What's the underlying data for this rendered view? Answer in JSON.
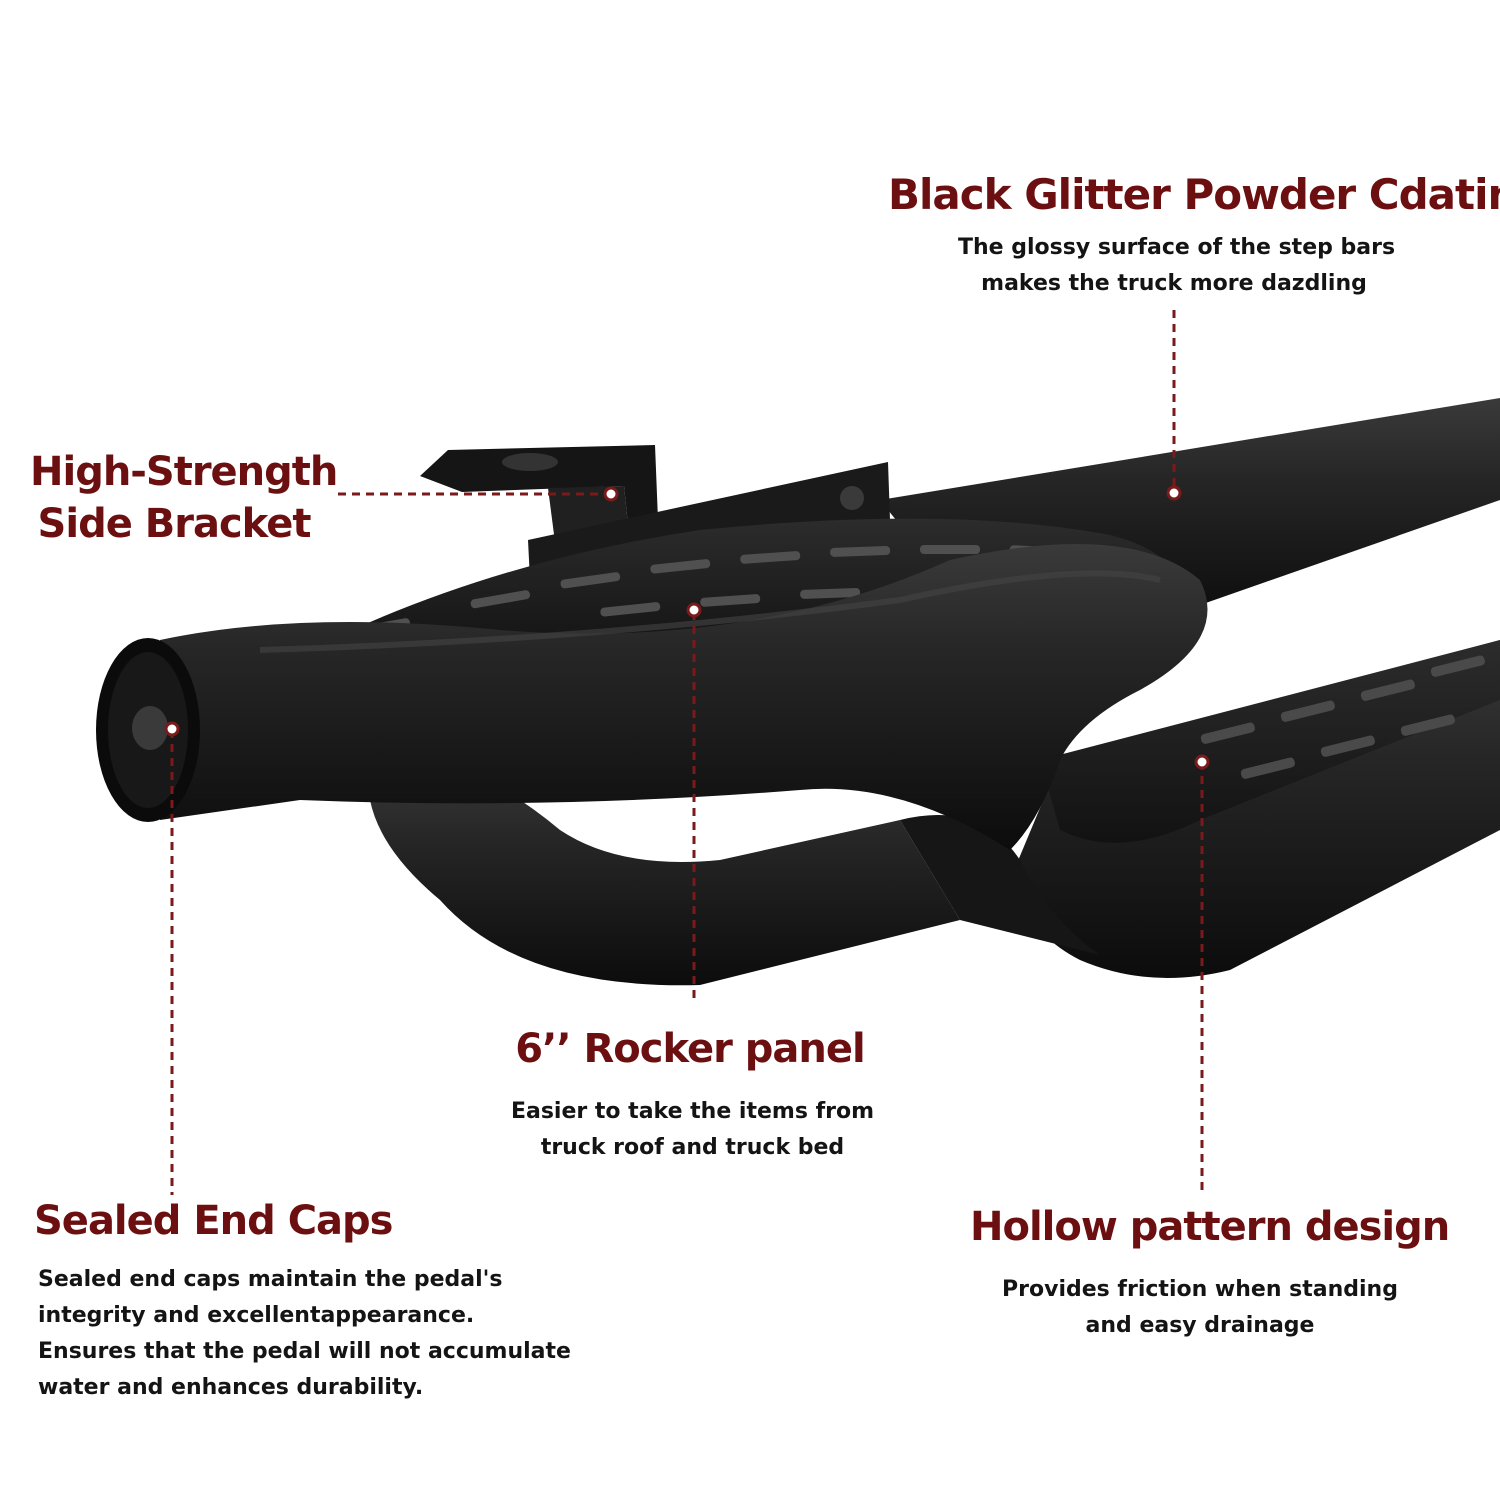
{
  "colors": {
    "accent": "#6b0f10",
    "leader": "#7a1a1b",
    "text": "#141414",
    "metal": "#1c1c1c",
    "background": "#ffffff"
  },
  "callouts": {
    "coating": {
      "title": "Black Glitter Powder Cdating",
      "lines": [
        "The glossy surface of the step bars",
        "makes the truck more dazdling"
      ]
    },
    "bracket": {
      "title_lines": [
        "High-Strength",
        "Side Bracket"
      ]
    },
    "rocker": {
      "title": "6’’ Rocker panel",
      "lines": [
        "Easier to take the items from",
        "truck roof and truck bed"
      ]
    },
    "endcaps": {
      "title": "Sealed End Caps",
      "lines": [
        "Sealed end caps maintain the pedal's",
        "integrity and excellentappearance.",
        "Ensures that the pedal will not accumulate",
        "water and enhances durability."
      ]
    },
    "hollow": {
      "title": "Hollow pattern design",
      "lines": [
        "Provides friction when standing",
        "and easy drainage"
      ]
    }
  }
}
